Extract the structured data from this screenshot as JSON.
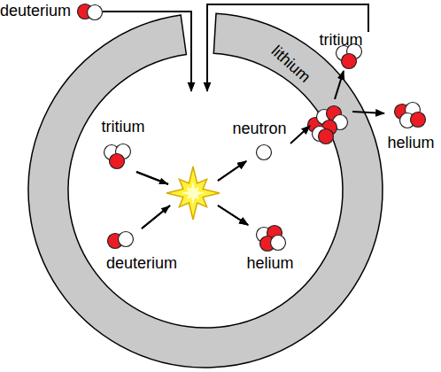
{
  "diagram": {
    "nodes": [
      {
        "text": [
          "deuterium"
        ]
      },
      {
        "text": [
          "lithium"
        ]
      },
      {
        "text": [
          "tritium"
        ],
        "in": 1
      },
      {
        "text": [
          "neutron"
        ],
        "in": 1
      },
      {
        "text": [
          "deuterium"
        ],
        "in": 1
      },
      {
        "text": [
          "helium"
        ],
        "in": 1
      },
      {
        "text": [
          "tritium"
        ]
      },
      {
        "text": [
          "helium"
        ]
      }
    ],
    "edges": [
      {
        "from": 0,
        "to": 1,
        "arrow": "to"
      },
      {
        "from": 2,
        "to": 3,
        "arrow": "to"
      },
      {
        "from": 2,
        "to": 5,
        "arrow": "to"
      },
      {
        "from": 4,
        "to": 3,
        "arrow": "to"
      },
      {
        "from": 4,
        "to": 5,
        "arrow": "to"
      },
      {
        "from": 3,
        "to": 1,
        "arrow": "to"
      },
      {
        "from": 1,
        "to": 6,
        "arrow": "to"
      },
      {
        "from": 1,
        "to": 7,
        "arrow": "to"
      },
      {
        "from": 6,
        "to": 1,
        "arrow": "to"
      }
    ]
  }
}
